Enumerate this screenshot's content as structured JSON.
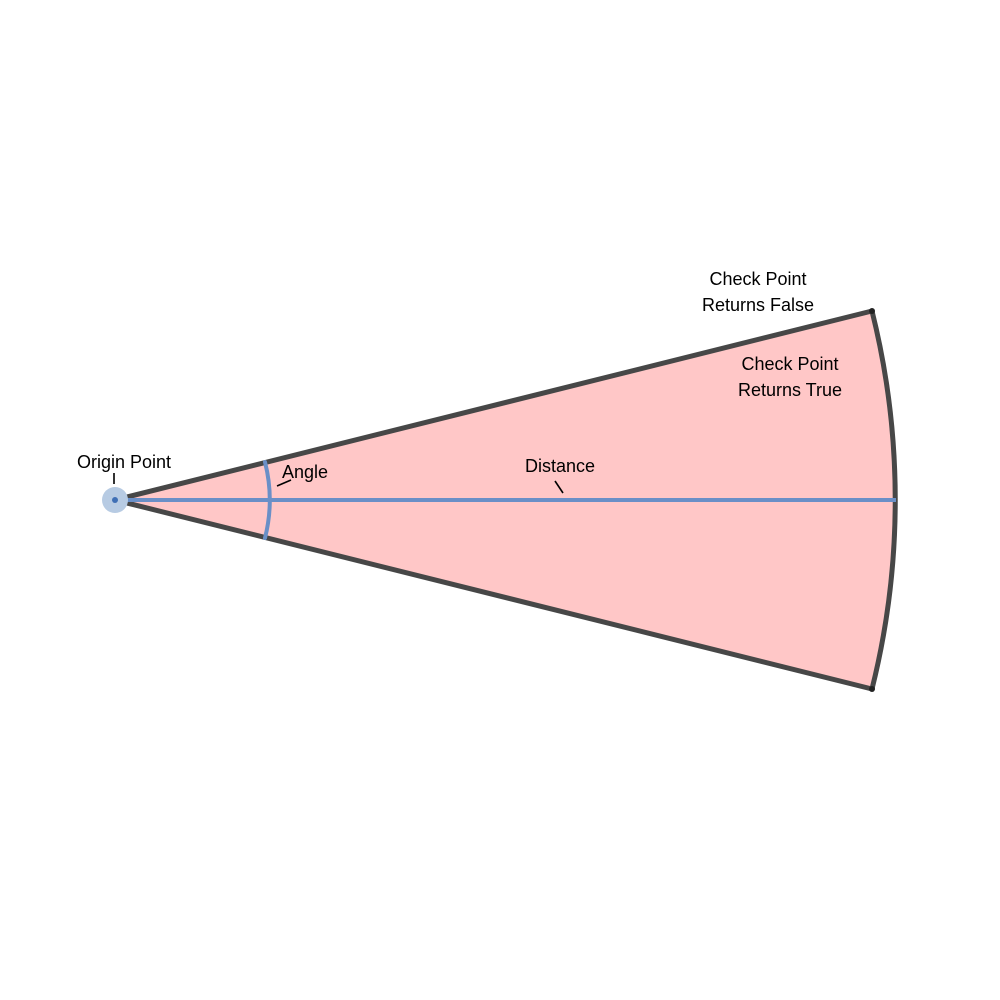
{
  "labels": {
    "origin_point": "Origin Point",
    "angle": "Angle",
    "distance": "Distance",
    "false_line1": "Check Point",
    "false_line2": "Returns False",
    "true_line1": "Check Point",
    "true_line2": "Returns True"
  },
  "colors": {
    "sector_fill": "#ffc7c7",
    "sector_outline": "#474747",
    "measure_line": "#6a8fc7",
    "origin_marker": "#b7cbe3",
    "origin_center": "#3f6fb5"
  }
}
